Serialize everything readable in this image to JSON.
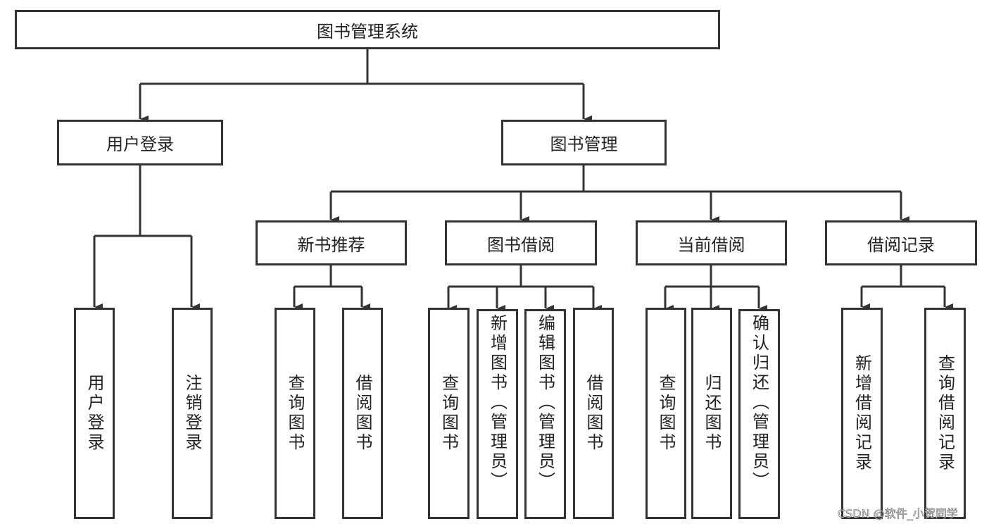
{
  "root": "图书管理系统",
  "level1": [
    "用户登录",
    "图书管理"
  ],
  "level2": [
    "新书推荐",
    "图书借阅",
    "当前借阅",
    "借阅记录"
  ],
  "leaves": {
    "user_login": [
      "用户登录",
      "注销登录"
    ],
    "new_book": [
      "查询图书",
      "借阅图书"
    ],
    "borrow": [
      "查询图书",
      "新增图书（管理员）",
      "编辑图书（管理员）",
      "借阅图书"
    ],
    "current": [
      "查询图书",
      "归还图书",
      "确认归还（管理员）"
    ],
    "records": [
      "新增借阅记录",
      "查询借阅记录"
    ]
  },
  "watermark": "CSDN @软件_小贺同学",
  "colors": {
    "stroke": "#333333",
    "background": "#ffffff"
  }
}
